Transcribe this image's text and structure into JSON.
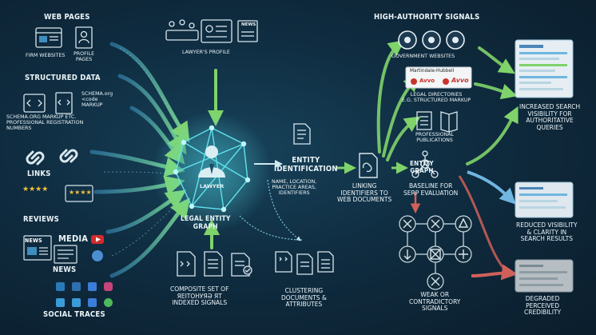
{
  "inputs": {
    "web_pages": {
      "title": "WEB PAGES",
      "firm": "FIRM WEBSITES",
      "profile": "PROFILE\nPAGES"
    },
    "structured": {
      "title": "STRUCTURED DATA",
      "schema": "SCHEMA.org\n<code\nMARKUP",
      "desc": "SCHEMA.ORG MARKUP ETC.\nPROFESSIONAL REGISTRATION\nNUMBERS"
    },
    "links": "LINKS",
    "reviews": "REVIEWS",
    "news": {
      "title": "NEWS",
      "media": "MEDIA",
      "badge": "NEWS"
    },
    "social": "SOCIAL TRACES"
  },
  "center": {
    "profile": "LAWYER'S PROFILE",
    "news_doc": "NEWS",
    "node": "LAWYER",
    "graph": "LEGAL ENTITY\nGRAPH",
    "composite": "COMPOSITE SET OF\nЯЕITОНУЯӘ ЯТ\nINDEXED SIGNALS",
    "clustering": "CLUSTERING\nDOCUMENTS &\nATTRIBUTES"
  },
  "entity": {
    "title": "ENTITY\nIDENTIFICATION",
    "sub": "NAME, LOCATION,\nPRACTICE AREAS,\nIDENTIFIERS"
  },
  "linking": "LINKING\nIDENTIFIERS TO\nWEB DOCUMENTS",
  "entity_graph": {
    "title": "ENTITY\nGRAPH",
    "sub": "BASELINE FOR\nSERP EVALUATION"
  },
  "high": {
    "title": "HIGH-AUTHORITY SIGNALS",
    "gov": "GOVERNMENT WEBSITES",
    "badge_top": "Martindale-Hubbell",
    "badge_left": "Avvo",
    "badge_right": "Avvo",
    "directories": "LEGAL DIRECTORIES\nE.G. STRUCTURED MARKUP",
    "publications": "PROFESSIONAL\nPUBLICATIONS"
  },
  "weak": "WEAK OR\nCONTRADICTORY\nSIGNALS",
  "outcomes": {
    "up": "INCREASED SEARCH\nVISIBILITY FOR\nAUTHORITATIVE\nQUERIES",
    "mid": "REDUCED VISIBILITY\n& CLARITY IN\nSEARCH RESULTS",
    "down": "DEGRADED\nPERCEIVED\nCREDIBILITY"
  },
  "icons": [
    "browser-icon",
    "user-id-icon",
    "code-icon",
    "link-icon",
    "star-rating-icon",
    "newspaper-icon",
    "social-icons",
    "seal-icon",
    "book-icon",
    "document-icon",
    "warning-x-icon",
    "serp-icon"
  ],
  "colors": {
    "green": "#7fd36a",
    "blue": "#5aa8d8",
    "red": "#d0605a",
    "cyan": "#48d6e6",
    "text": "#eaf4f8"
  }
}
